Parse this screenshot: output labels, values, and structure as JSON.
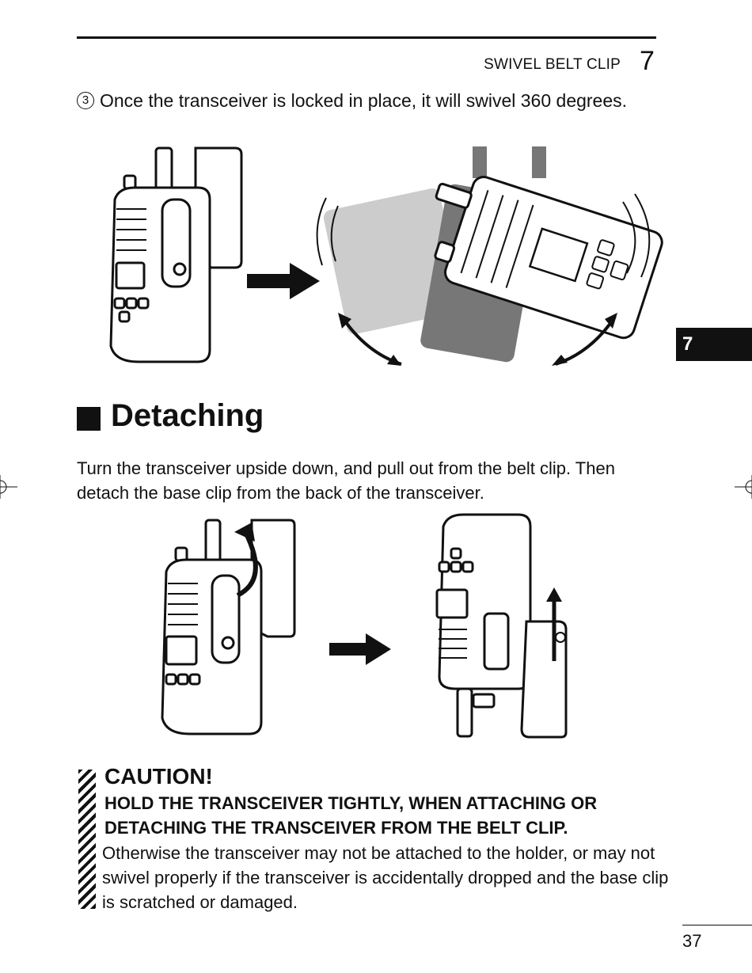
{
  "header": {
    "section_title": "SWIVEL BELT CLIP",
    "chapter_number": "7"
  },
  "step": {
    "number": "3",
    "text": "Once the transceiver is locked in place, it will swivel 360 degrees."
  },
  "side_tab": {
    "label": "7"
  },
  "section": {
    "title": "Detaching",
    "paragraph": "Turn the transceiver upside down, and pull out from the belt clip. Then detach the base clip from the back of the transceiver."
  },
  "caution": {
    "title": "CAUTION!",
    "bold_text": "HOLD THE TRANSCEIVER TIGHTLY, WHEN ATTACHING OR DETACHING THE TRANSCEIVER FROM THE BELT CLIP.",
    "body_text": "Otherwise the transceiver may not be attached to the holder, or may not swivel properly if the transceiver is accidentally dropped and the base clip is scratched or damaged."
  },
  "footer": {
    "page_number": "37"
  },
  "icons": [
    "transceiver-with-clip-illustration",
    "rotated-transceiver-illustration",
    "right-arrow-icon",
    "swivel-arrow-icon",
    "detach-arrow-icon",
    "registration-mark-icon",
    "caution-stripes-icon"
  ]
}
